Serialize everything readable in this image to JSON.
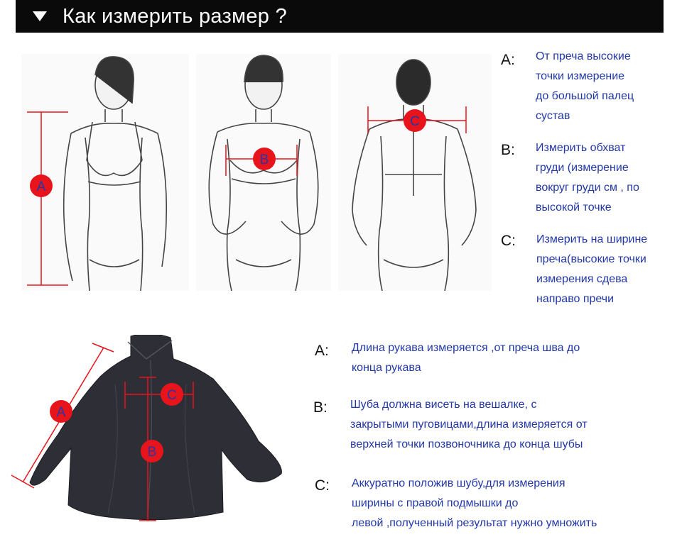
{
  "header": {
    "title": "Как измерить размер ?"
  },
  "figures": {
    "front_a": {
      "marker": "A"
    },
    "front_b": {
      "marker": "B"
    },
    "back_c": {
      "marker": "C"
    },
    "coat": {
      "marker_a": "A",
      "marker_b": "B",
      "marker_c": "C"
    }
  },
  "body_measures": [
    {
      "letter": "A:",
      "lines": [
        "От преча высокие",
        "точки измерение",
        "до большой палец",
        "сустав"
      ]
    },
    {
      "letter": "B:",
      "lines": [
        "Измерить обхват",
        "груди (измерение",
        "вокруг груди см , по",
        "высокой точке"
      ]
    },
    {
      "letter": "C:",
      "lines": [
        "Измерить на ширине",
        "преча(высокие точки",
        "измерения сдева",
        "направо пречи"
      ]
    }
  ],
  "coat_measures": [
    {
      "letter": "A:",
      "lines": [
        "Длина рукава измеряется ,от преча шва до",
        "конца рукава"
      ]
    },
    {
      "letter": "B:",
      "lines": [
        "Шуба должна висеть на вешалке, с",
        "закрытыми пуговицами,длина измеряется от",
        "верхней точки позвоночника до конца шубы"
      ]
    },
    {
      "letter": "C:",
      "lines": [
        "Аккуратно положив шубу,для измерения",
        "ширины с правой подмышки до",
        "левой ,полученный результат нужно умножить"
      ]
    }
  ],
  "colors": {
    "marker": "#e8141c",
    "text_blue": "#2238a8",
    "header_bg": "#0a0a0a"
  }
}
